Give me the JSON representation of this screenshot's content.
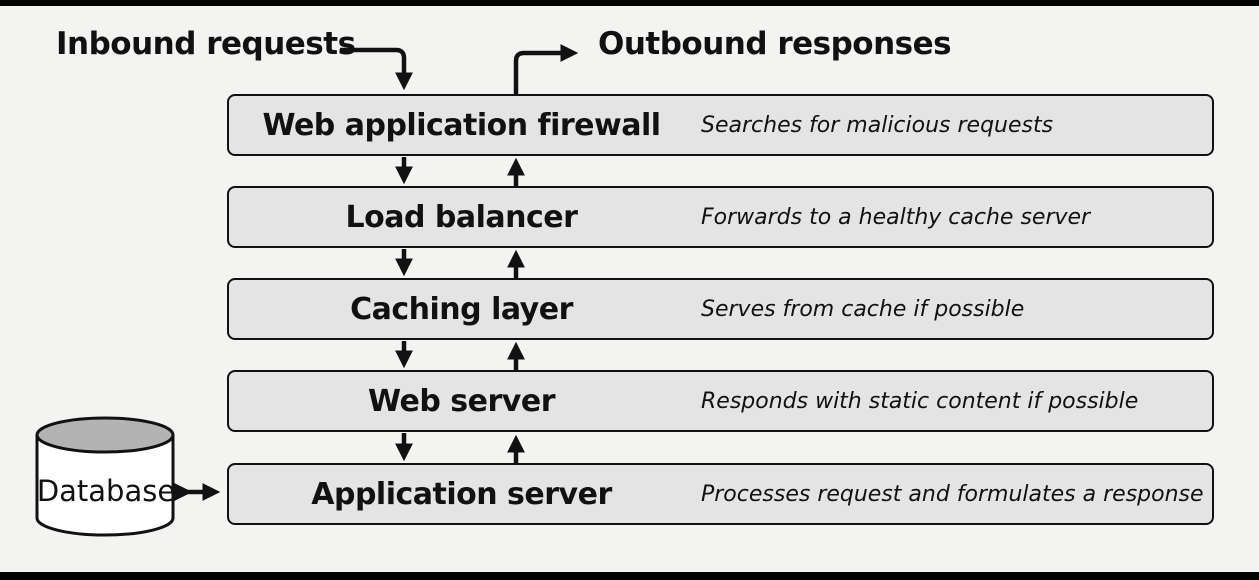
{
  "inbound_label": "Inbound requests",
  "outbound_label": "Outbound responses",
  "layers": [
    {
      "name": "Web application firewall",
      "description": "Searches for malicious requests"
    },
    {
      "name": "Load balancer",
      "description": "Forwards to a healthy cache server"
    },
    {
      "name": "Caching layer",
      "description": "Serves from cache if possible"
    },
    {
      "name": "Web server",
      "description": "Responds with static content if possible"
    },
    {
      "name": "Application server",
      "description": "Processes request and formulates a response"
    }
  ],
  "database_label": "Database",
  "colors": {
    "layer_fill": "#e4e4e4",
    "stroke": "#111111",
    "background": "#f3f4f2",
    "database_top": "#b3b3b3"
  }
}
